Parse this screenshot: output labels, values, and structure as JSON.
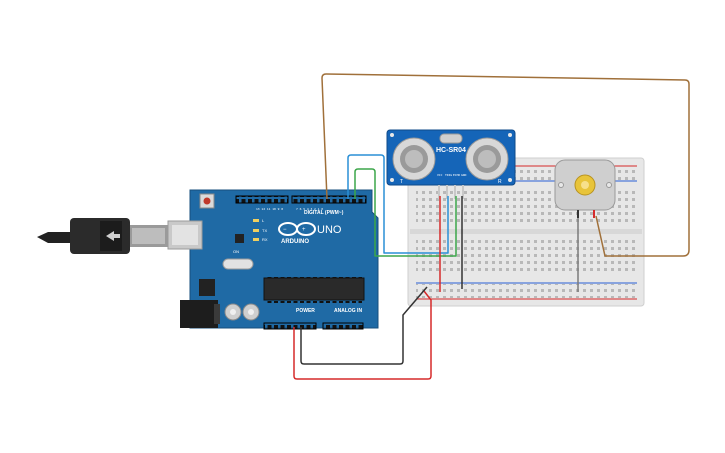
{
  "arduino": {
    "brand": "ARDUINO",
    "model": "UNO",
    "digital_label": "DIGITAL (PWM~)",
    "power_label": "POWER",
    "analog_label": "ANALOG IN",
    "led_labels": [
      "L",
      "TX",
      "RX"
    ],
    "on_label": "ON",
    "board_color": "#1f6aa5"
  },
  "sensor": {
    "model": "HC-SR04",
    "pin_labels": [
      "VCC",
      "TRIG",
      "ECHO",
      "GND"
    ],
    "board_color": "#1565b8"
  },
  "motor": {
    "name": "dc-motor"
  },
  "wire_colors": {
    "brown": "#a0703a",
    "blue": "#2a8fd6",
    "green": "#3ca64a",
    "red": "#d62a2a",
    "black": "#333333"
  }
}
